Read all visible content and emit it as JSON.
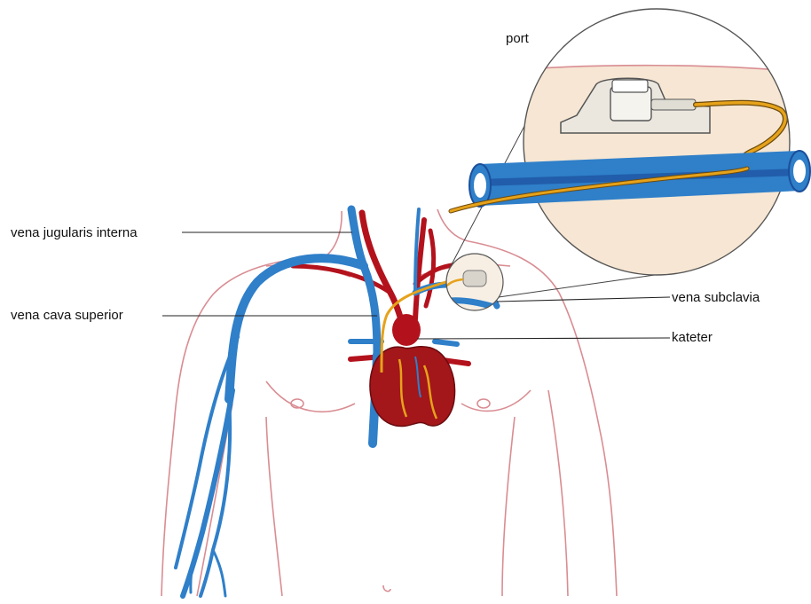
{
  "labels": {
    "port": "port",
    "vena_jugularis_interna": "vena jugularis interna",
    "vena_cava_superior": "vena cava superior",
    "vena_subclavia": "vena subclavia",
    "kateter": "kateter"
  },
  "colors": {
    "vein": "#2f7fc9",
    "vein_dark": "#1b4f9c",
    "artery": "#b3121c",
    "heart": "#a3161a",
    "catheter": "#e6a21a",
    "skin_outline": "#d98d93",
    "skin_fill": "#f6e6d3",
    "leader_line": "#222222"
  }
}
